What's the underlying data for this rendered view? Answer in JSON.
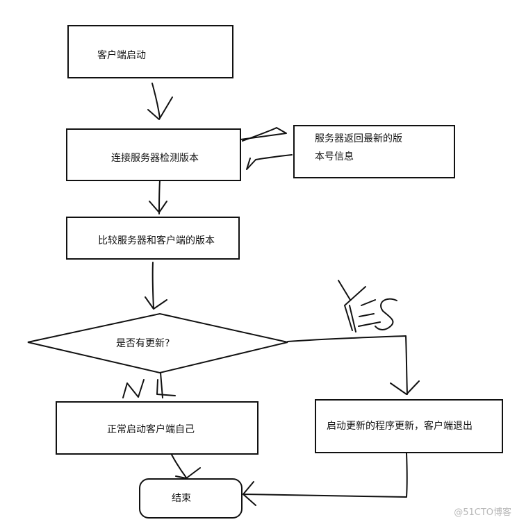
{
  "nodes": {
    "start": "客户端启动",
    "connect": "连接服务器检测版本",
    "server_reply_line1": "服务器返回最新的版",
    "server_reply_line2": "本号信息",
    "compare": "比较服务器和客户端的版本",
    "decision": "是否有更新?",
    "normal_start": "正常启动客户端自己",
    "update": "启动更新的程序更新，客户端退出",
    "end": "结束"
  },
  "watermark": "@51CTO博客",
  "colors": {
    "stroke": "#111111",
    "background": "#ffffff",
    "watermark": "#b8b8b8"
  }
}
